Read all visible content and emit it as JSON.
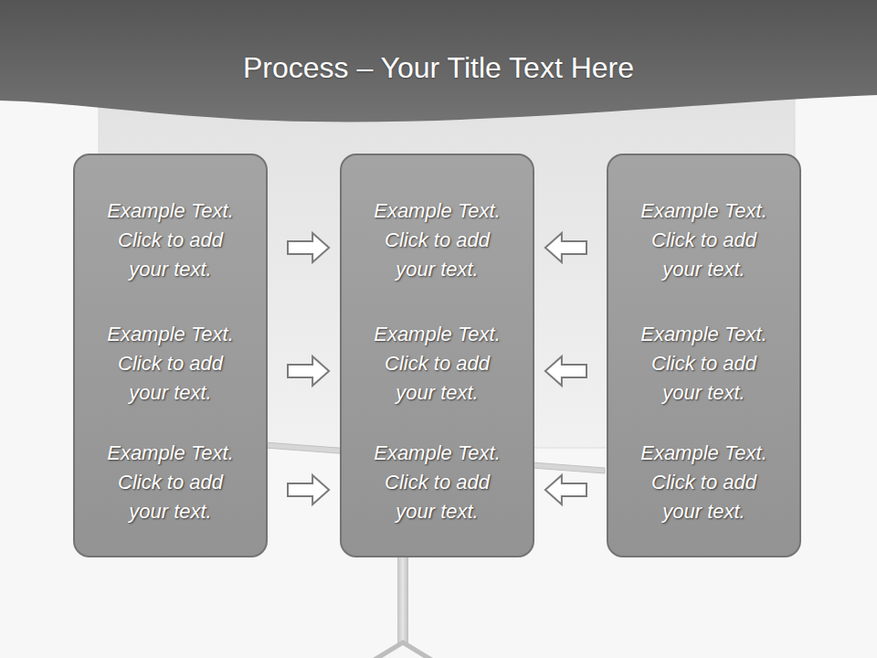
{
  "diagram": {
    "title": "Process – Your Title Text Here",
    "nodes": [
      {
        "text": [
          "Example Text. Click to add your text.",
          "Example Text. Click to add your text.",
          "Example Text. Click to add your text."
        ]
      },
      {
        "text": [
          "Example Text. Click to add your text.",
          "Example Text. Click to add your text.",
          "Example Text. Click to add your text."
        ]
      },
      {
        "text": [
          "Example Text. Click to add your text.",
          "Example Text. Click to add your text.",
          "Example Text. Click to add your text."
        ]
      }
    ],
    "edges": [
      {
        "from": 0,
        "to": 1,
        "arrow": "to"
      },
      {
        "from": 0,
        "to": 1,
        "arrow": "to"
      },
      {
        "from": 0,
        "to": 1,
        "arrow": "to"
      },
      {
        "from": 2,
        "to": 1,
        "arrow": "to"
      },
      {
        "from": 2,
        "to": 1,
        "arrow": "to"
      },
      {
        "from": 2,
        "to": 1,
        "arrow": "to"
      }
    ]
  }
}
